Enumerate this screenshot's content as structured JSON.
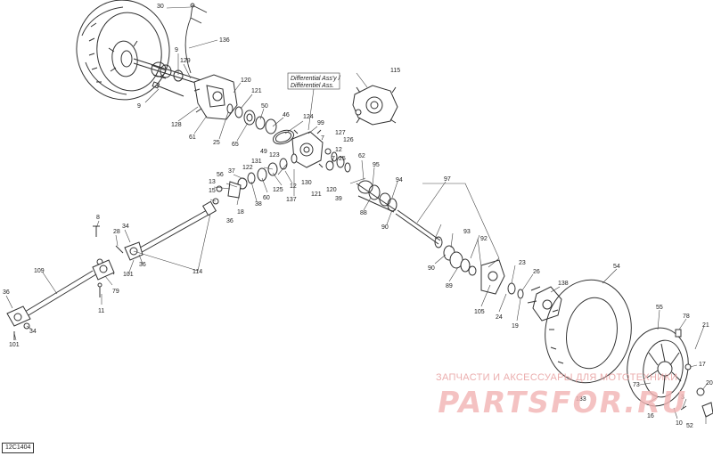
{
  "diagram": {
    "code": "12C1404",
    "note_lines": [
      "Differential Ass'y /",
      "Différentiel Ass."
    ],
    "labels": [
      "30",
      "136",
      "9",
      "129",
      "9",
      "128",
      "61",
      "25",
      "120",
      "121",
      "65",
      "50",
      "46",
      "124",
      "99",
      "7",
      "127",
      "126",
      "49",
      "123",
      "12",
      "7",
      "25",
      "131",
      "122",
      "37",
      "125",
      "60",
      "12",
      "130",
      "137",
      "121",
      "120",
      "39",
      "62",
      "95",
      "94",
      "97",
      "88",
      "90",
      "56",
      "13",
      "38",
      "18",
      "36",
      "15",
      "115",
      "93",
      "92",
      "90",
      "89",
      "23",
      "26",
      "105",
      "24",
      "19",
      "138",
      "54",
      "8",
      "28",
      "34",
      "36",
      "101",
      "79",
      "11",
      "109",
      "114",
      "36",
      "34",
      "101",
      "55",
      "78",
      "21",
      "17",
      "20",
      "10",
      "16",
      "52",
      "3",
      "133",
      "73"
    ],
    "watermark": {
      "tagline": "ЗАПЧАСТИ И АКСЕССУАРЫ ДЛЯ МОТОТЕХНИКИ",
      "logo": "PARTSFOR.RU"
    }
  }
}
